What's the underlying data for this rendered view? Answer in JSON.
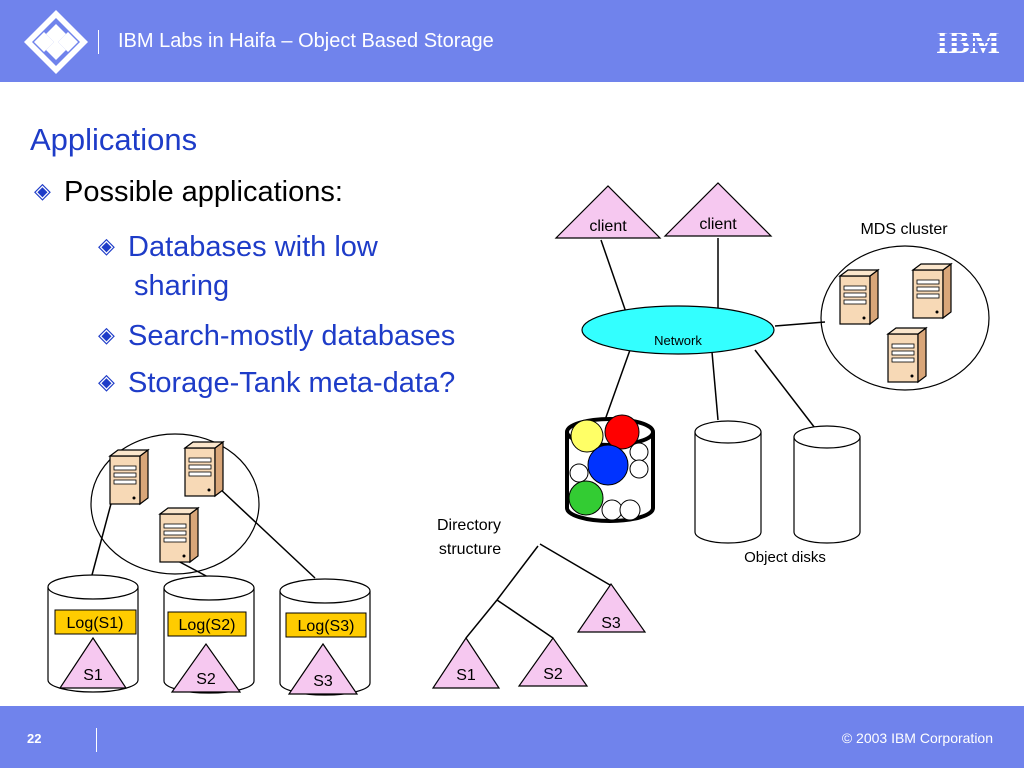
{
  "header": {
    "title": "IBM Labs in Haifa – Object Based Storage",
    "logo_text": "IBM",
    "accent": "#7083ec"
  },
  "slide": {
    "title": "Applications",
    "bullet_main": "Possible applications:",
    "sub_bullets": [
      "Databases with low",
      "sharing",
      "Search-mostly databases",
      "Storage-Tank meta-data?"
    ],
    "bullet_icon": "diamond-bullet-icon"
  },
  "diagram": {
    "client1": "client",
    "client2": "client",
    "mds_cluster": "MDS cluster",
    "network": "Network",
    "object_disks": "Object disks",
    "directory_line1": "Directory",
    "directory_line2": "structure",
    "logs": [
      "Log(S1)",
      "Log(S2)",
      "Log(S3)"
    ],
    "disk_labels": [
      "S1",
      "S2",
      "S3"
    ],
    "tree_labels": [
      "S1",
      "S2",
      "S3"
    ],
    "colors": {
      "client_fill": "#f6c8f0",
      "network_fill": "#33ffff",
      "log_fill": "#ffcc00",
      "red": "#ff0000",
      "yellow": "#ffff66",
      "blue": "#0033ff",
      "green": "#33cc33"
    }
  },
  "footer": {
    "page_number": "22",
    "copyright": "© 2003 IBM Corporation"
  }
}
